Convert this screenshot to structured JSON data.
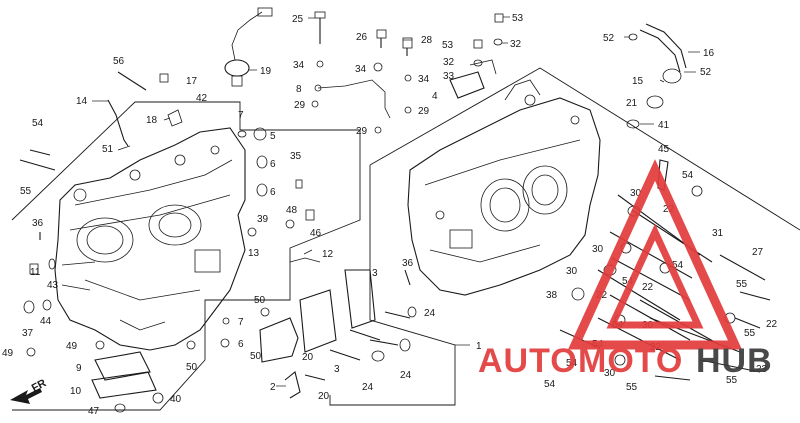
{
  "diagram": {
    "part_numbers": {
      "p25": "25",
      "p53a": "53",
      "p26": "26",
      "p28": "28",
      "p53b": "53",
      "p32a": "32",
      "p32b": "32",
      "p33": "33",
      "p52a": "52",
      "p16": "16",
      "p52b": "52",
      "p15": "15",
      "p21": "21",
      "p41": "41",
      "p19": "19",
      "p34a": "34",
      "p34b": "34",
      "p34c": "34",
      "p8": "8",
      "p29a": "29",
      "p29b": "29",
      "p29c": "29",
      "p4": "4",
      "p56": "56",
      "p17": "17",
      "p14": "14",
      "p42": "42",
      "p18": "18",
      "p51": "51",
      "p54a": "54",
      "p55a": "55",
      "p7": "7",
      "p5": "5",
      "p6a": "6",
      "p6b": "6",
      "p35": "35",
      "p48": "48",
      "p46": "46",
      "p39": "39",
      "p13": "13",
      "p12": "12",
      "p36a": "36",
      "p11": "11",
      "p43": "43",
      "p37": "37",
      "p44": "44",
      "p49a": "49",
      "p49b": "49",
      "p9": "9",
      "p10": "10",
      "p47": "47",
      "p40": "40",
      "p50a": "50",
      "p50b": "50",
      "p50c": "50",
      "p7b": "7",
      "p6c": "6",
      "p2": "2",
      "p20a": "20",
      "p20b": "20",
      "p3a": "3",
      "p3b": "3",
      "p24a": "24",
      "p24b": "24",
      "p24c": "24",
      "p36b": "36",
      "p1": "1",
      "p45": "45",
      "p54b": "54",
      "p30a": "30",
      "p22a": "22",
      "p31": "31",
      "p27": "27",
      "p30b": "30",
      "p54c": "54",
      "p30c": "30",
      "p54d": "54",
      "p22b": "22",
      "p22c": "22",
      "p38": "38",
      "p55b": "55",
      "p22d": "22",
      "p54e": "54",
      "p30d": "30",
      "p55c": "55",
      "p54f": "54",
      "p22e": "22",
      "p54g": "54",
      "p23": "23",
      "p30e": "30",
      "p55d": "55",
      "p55e": "55",
      "p54h": "54"
    },
    "front_marker": "FR"
  },
  "watermark": {
    "text_auto": "AUTO",
    "text_moto": "MOTO",
    "text_hub": "HUB",
    "color_red": "#e23b3b",
    "color_dark": "#3a3a3a"
  }
}
